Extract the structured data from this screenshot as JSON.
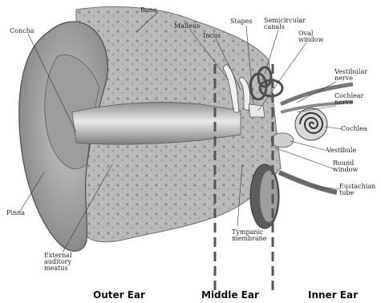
{
  "labels": {
    "concha": "Concha",
    "bone": "Bone",
    "malleus": "Malleus",
    "incus": "Incus",
    "stapes": "Stapes",
    "semicircular_canals": "Semicircular\ncanals",
    "oval_window": "Oval\nwindow",
    "vestibular_nerve": "Vestibular\nnerve",
    "cochlear_nerve": "Cochlear\nnerve",
    "cochlea": "Cochlea",
    "vestibule": "Vestibule",
    "round_window": "Round\nwindow",
    "eustachian_tube": "Eustachian\ntube",
    "pinna": "Pinna",
    "tympanic_membrane": "Tympanic\nmembrane",
    "external_auditory_meatus": "External\nauditory\nmeatus"
  },
  "regions": {
    "outer": "Outer Ear",
    "middle": "Middle Ear",
    "inner": "Inner Ear"
  },
  "colors": {
    "background": "#ffffff",
    "tissue_dark": "#6e6e6e",
    "tissue_mid": "#a6a6a6",
    "tissue_light": "#d2d2d2",
    "divider": "#555555"
  }
}
